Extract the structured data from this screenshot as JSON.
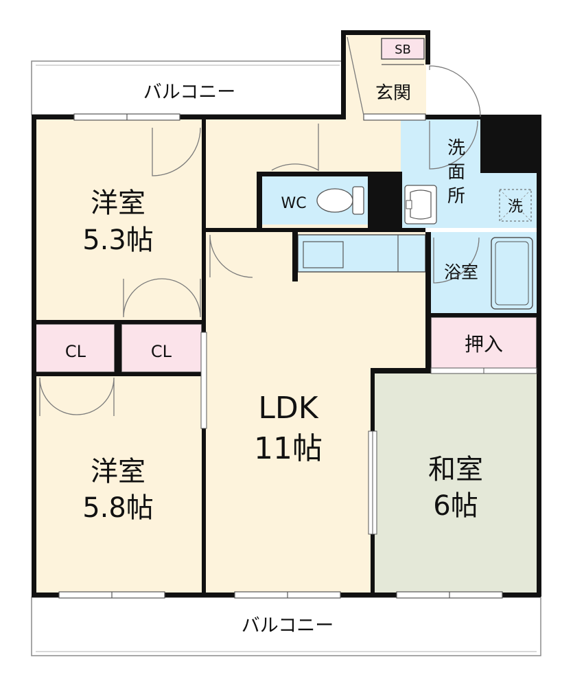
{
  "labels": {
    "balcony_top": "バルコニー",
    "balcony_bottom": "バルコニー",
    "entrance": "玄関",
    "shoebox": "SB",
    "western_room_1_name": "洋室",
    "western_room_1_size": "5.3帖",
    "western_room_2_name": "洋室",
    "western_room_2_size": "5.8帖",
    "closet_1": "CL",
    "closet_2": "CL",
    "wc": "WC",
    "washroom_1": "洗",
    "washroom_2": "面",
    "washroom_3": "所",
    "washer_mark": "洗",
    "bathroom": "浴室",
    "oshiire": "押入",
    "ldk_name": "LDK",
    "ldk_size": "11帖",
    "japanese_room_name": "和室",
    "japanese_room_size": "6帖"
  },
  "colors": {
    "wall": "#111111",
    "room_floor": "#fdf3dc",
    "closet": "#fbe3ea",
    "wet_area": "#cfeefb",
    "tatami": "#e4e8d8",
    "balcony": "#ffffff",
    "door_line": "#7a7a7a"
  }
}
